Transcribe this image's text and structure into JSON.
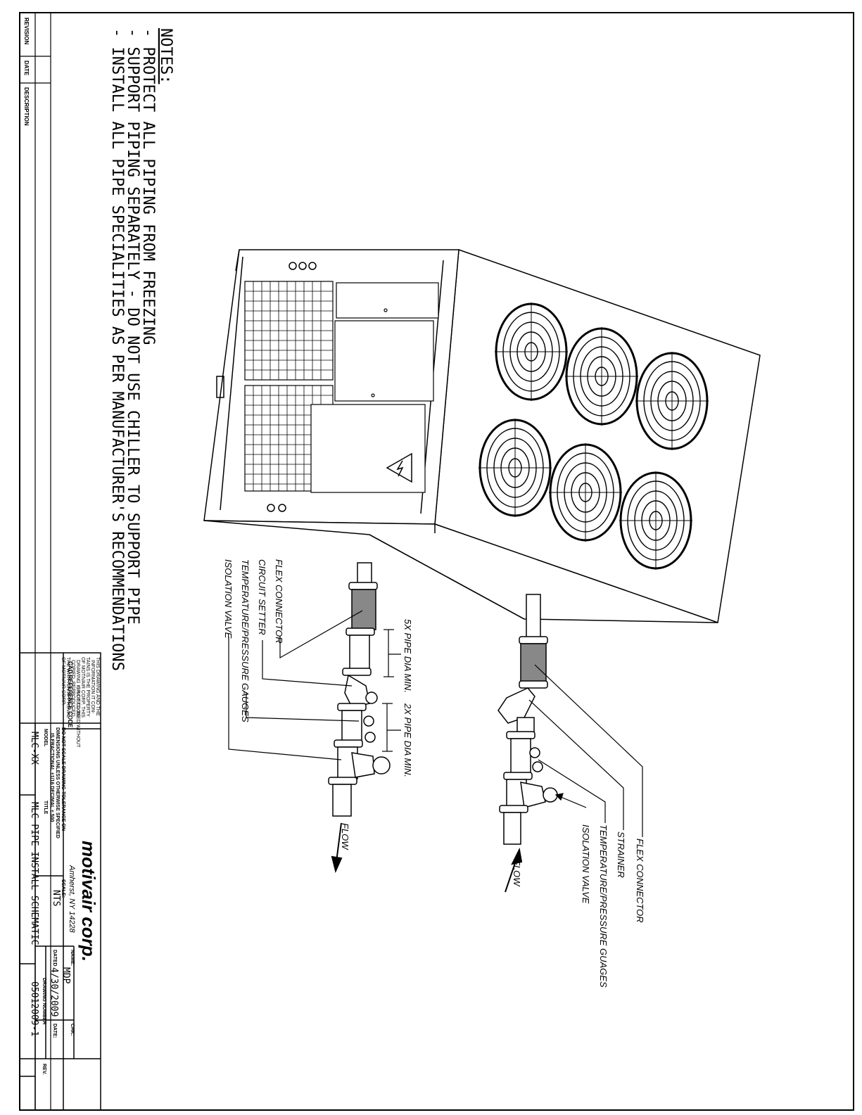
{
  "notes": {
    "heading": "NOTES:",
    "lines": [
      "- PROTECT ALL PIPING FROM FREEZING",
      "- SUPPORT PIPING SEPARATELY - DO NOT USE CHILLER TO SUPPORT PIPE",
      "- INSTALL ALL PIPE SPECIALITIES AS PER MANUFACTURER'S RECOMMENDATIONS"
    ]
  },
  "revision_block": {
    "revision": "REVISION",
    "date": "DATE",
    "description": "DESCRIPTION"
  },
  "callouts": {
    "upper": {
      "flex_connector": "FLEX CONNECTOR",
      "strainer": "STRAINER",
      "gauges": "TEMPERATURE/PRESSURE GUAGES",
      "isolation_valve": "ISOLATION VALVE",
      "flow": "FLOW"
    },
    "lower": {
      "flex_connector": "FLEX CONNECTOR",
      "circuit_setter": "CIRCUIT SETTER",
      "gauges": "TEMPERATURE/PRESSURE GAUGES",
      "isolation_valve": "ISOLATION VALVE",
      "flow": "FLOW"
    },
    "dimension_5x": "5X PIPE DIA MIN.",
    "dimension_2x": "2X PIPE DIA MIN."
  },
  "title_block": {
    "company": "motivair corp.",
    "address": "Amherst, NY 14228",
    "disclaimer": [
      "THIS DRAWING AND THE",
      "INFORMATION IT CON-",
      "TAINS IS THE PROPERTY",
      "OF MOTIVAIR CORP. THIS",
      "DRAWING IS NOT TO BE",
      "COPIED, REPRODUCED",
      "OR DISCLOSED WITHOUT",
      "THE WRITTEN APPROVAL",
      "OF MOTIVAIR CORP."
    ],
    "cad_ref_label": "CAD REFERENCE CODE",
    "tolerance_note": [
      "DO NOT SCALE DRAWING-TOLERANCE ON",
      "DIMENSIONS UNLESS OTHERWISE SPECIFIED",
      "IS FRACTIONAL ±1/16 DECIMAL ±.500"
    ],
    "scale_label": "SCALE:",
    "scale_value": "NTS",
    "name_label": "NAME:",
    "name_value": "MDP",
    "chk_label": "CHK:",
    "dated_label": "DATED",
    "dated_value": "4/30/2009",
    "date_label": "DATE:",
    "model_label": "MODEL",
    "model_value": "MLC-XX",
    "title_label": "TITLE",
    "title_value": "MLC PIPE INSTALL SCHEMATIC",
    "drawing_number_label": "DRAWING NUMBER",
    "drawing_number_value": "05012009-1",
    "rev_label": "REV."
  }
}
